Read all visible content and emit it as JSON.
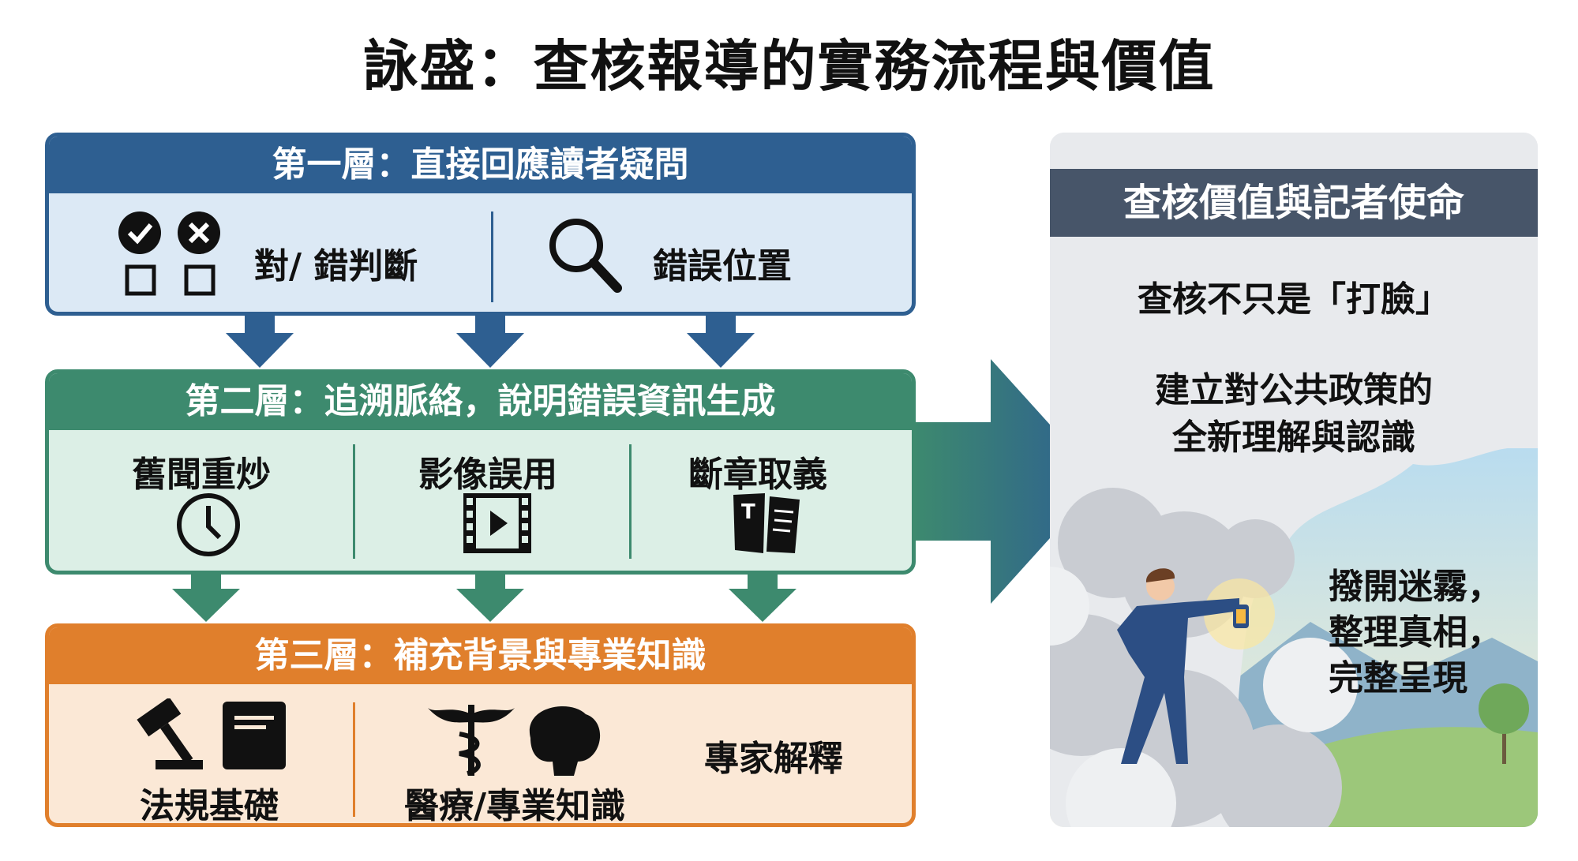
{
  "title": "詠盛：查核報導的實務流程與價值",
  "layer1": {
    "header": "第一層：直接回應讀者疑問",
    "items": [
      {
        "label": "對/ 錯判斷",
        "icon": "check-cross-icon"
      },
      {
        "label": "錯誤位置",
        "icon": "magnifier-icon"
      }
    ]
  },
  "layer2": {
    "header": "第二層：追溯脈絡，說明錯誤資訊生成",
    "items": [
      {
        "label": "舊聞重炒",
        "icon": "clock-icon"
      },
      {
        "label": "影像誤用",
        "icon": "film-icon"
      },
      {
        "label": "斷章取義",
        "icon": "torn-document-icon"
      }
    ]
  },
  "layer3": {
    "header": "第三層：補充背景與專業知識",
    "items": [
      {
        "label": "法規基礎",
        "icon": "gavel-book-icon"
      },
      {
        "label": "醫療/專業知識",
        "icon": "caduceus-brain-icon"
      },
      {
        "label": "專家解釋"
      }
    ]
  },
  "panel": {
    "header": "查核價值與記者使命",
    "line1": "查核不只是「打臉」",
    "line2a": "建立對公共政策的",
    "line2b": "全新理解與認識",
    "line3a": "撥開迷霧，",
    "line3b": "整理真相，",
    "line3c": "完整呈現"
  },
  "colors": {
    "blue": "#2e5f91",
    "green": "#3d8a6e",
    "orange": "#e07f2c",
    "panel_header": "#475569"
  }
}
